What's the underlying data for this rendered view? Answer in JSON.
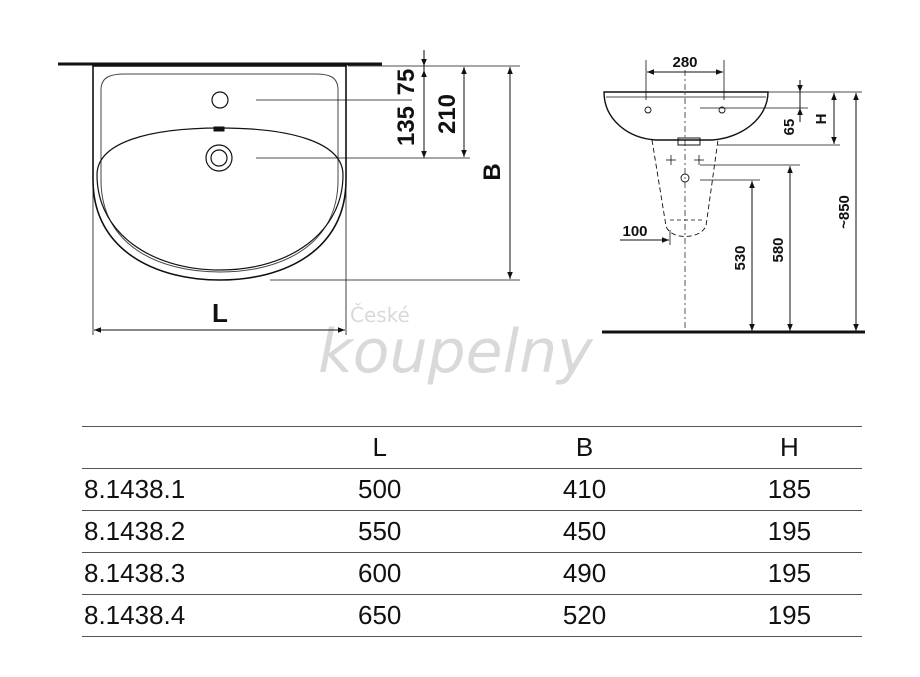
{
  "dimensions": {
    "d75": "75",
    "d135": "135",
    "d210": "210",
    "B": "B",
    "L": "L",
    "d280": "280",
    "H": "H",
    "d65": "65",
    "d100": "100",
    "d530": "530",
    "d580": "580",
    "d850": "~850"
  },
  "watermark": {
    "line1": "České",
    "line2": "koupelny"
  },
  "table": {
    "headers": [
      "",
      "L",
      "B",
      "H"
    ],
    "rows": [
      [
        "8.1438.1",
        "500",
        "410",
        "185"
      ],
      [
        "8.1438.2",
        "550",
        "450",
        "195"
      ],
      [
        "8.1438.3",
        "600",
        "490",
        "195"
      ],
      [
        "8.1438.4",
        "650",
        "520",
        "195"
      ]
    ]
  }
}
